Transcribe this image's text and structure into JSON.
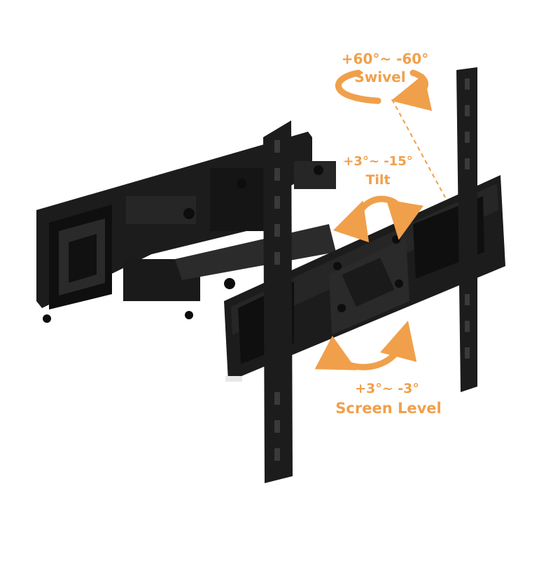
{
  "colors": {
    "accent": "#F0A04B",
    "metal": "#1c1c1c",
    "metal_light": "#2e2e2e"
  },
  "annotations": {
    "swivel": {
      "range": "+60°~ -60°",
      "name": "Swivel"
    },
    "tilt": {
      "range": "+3°~ -15°",
      "name": "Tilt"
    },
    "screen_level": {
      "range": "+3°~ -3°",
      "name": "Screen Level"
    }
  },
  "icons": [
    "swivel-arrow-icon",
    "tilt-arrow-icon",
    "screen-level-arrow-icon"
  ]
}
